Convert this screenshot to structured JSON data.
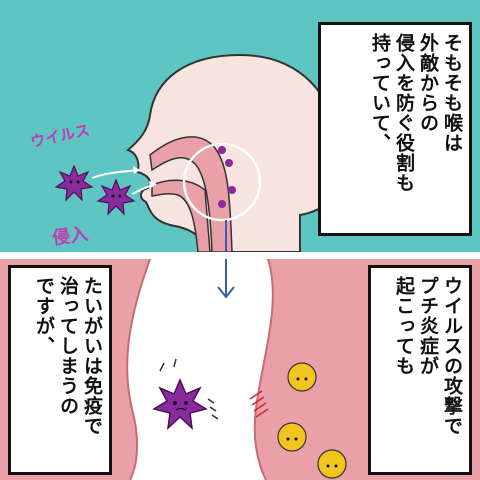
{
  "top_panel": {
    "label_virus": "ウイルス",
    "label_invasion": "侵入",
    "narration": [
      "そもそも喉は",
      "外敵からの",
      "侵入を防ぐ役割も",
      "持っていて、"
    ]
  },
  "bottom_panel": {
    "narration_right": [
      "ウイルスの攻撃で",
      "プチ炎症が",
      "起こっても"
    ],
    "narration_left": [
      "たいがいは免疫で",
      "治ってしまうの",
      "ですが、"
    ]
  },
  "colors": {
    "background_teal": "#5ec6c2",
    "skin": "#f7e4e1",
    "throat_pink": "#e9a0a6",
    "virus_purple": "#8a2a9e",
    "immune_cell_yellow": "#f2c41e",
    "label_magenta": "#c23ab4"
  }
}
